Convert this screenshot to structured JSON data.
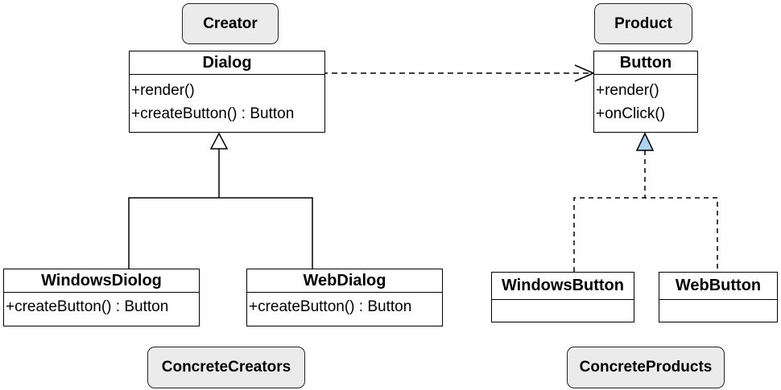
{
  "stereotypes": {
    "creator": "Creator",
    "product": "Product",
    "concrete_creators": "ConcreteCreators",
    "concrete_products": "ConcreteProducts"
  },
  "classes": {
    "dialog": {
      "name": "Dialog",
      "operations": [
        "+render()",
        "+createButton() : Button"
      ]
    },
    "button": {
      "name": "Button",
      "operations": [
        "+render()",
        "+onClick()"
      ]
    },
    "windows_dialog": {
      "name": "WindowsDiolog",
      "operations": [
        "+createButton() : Button"
      ]
    },
    "web_dialog": {
      "name": "WebDialog",
      "operations": [
        "+createButton() : Button"
      ]
    },
    "windows_button": {
      "name": "WindowsButton",
      "operations": []
    },
    "web_button": {
      "name": "WebButton",
      "operations": []
    }
  },
  "colors": {
    "tag_fill": "#ebebeb",
    "realization_arrow_fill": "#a9d3ef",
    "line": "#000000"
  }
}
